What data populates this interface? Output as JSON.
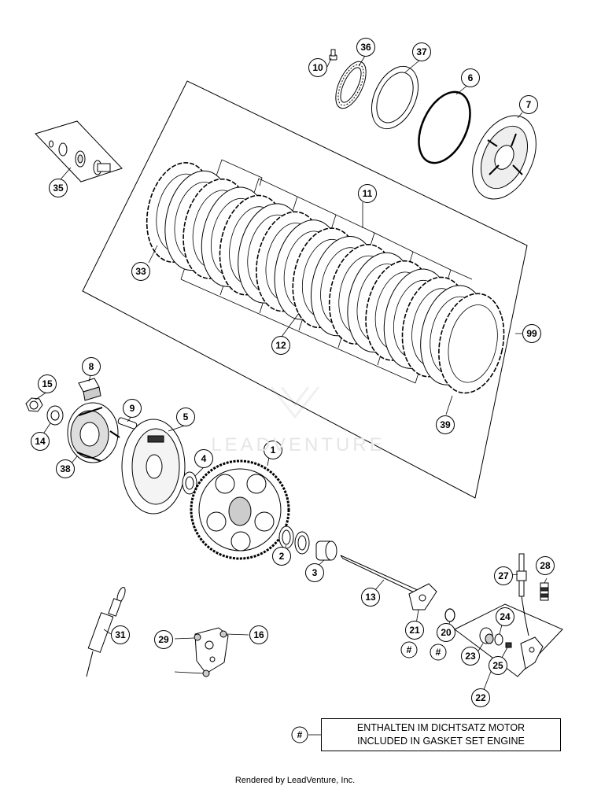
{
  "watermark": "LEADVENTURE",
  "footer": "Rendered by LeadVenture, Inc.",
  "note": {
    "symbol": "#",
    "line1": "ENTHALTEN IM DICHTSATZ MOTOR",
    "line2": "INCLUDED IN GASKET SET ENGINE"
  },
  "callouts": [
    "10",
    "36",
    "37",
    "6",
    "7",
    "35",
    "11",
    "33",
    "99",
    "12",
    "39",
    "8",
    "15",
    "9",
    "5",
    "14",
    "38",
    "4",
    "1",
    "2",
    "3",
    "27",
    "28",
    "13",
    "24",
    "21",
    "20",
    "23",
    "25",
    "31",
    "29",
    "16",
    "22"
  ],
  "gasket_markers": [
    "#",
    "#"
  ]
}
